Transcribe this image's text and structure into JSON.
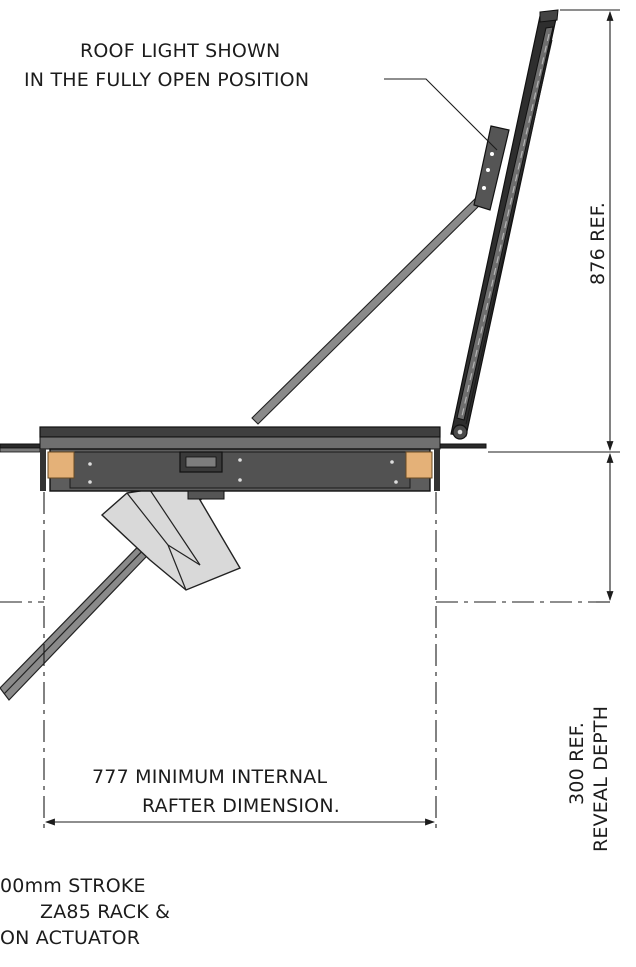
{
  "labels": {
    "roof_light_line1": "ROOF LIGHT SHOWN",
    "roof_light_line2": "IN THE FULLY OPEN POSITION",
    "dim_876": "876 REF.",
    "dim_300_line1": "300 REF.",
    "dim_300_line2": "REVEAL DEPTH",
    "dim_777_line1": "777 MINIMUM INTERNAL",
    "dim_777_line2": "RAFTER DIMENSION.",
    "actuator_line1": "00mm STROKE",
    "actuator_line2": "ZA85 RACK &",
    "actuator_line3": "ON ACTUATOR"
  }
}
